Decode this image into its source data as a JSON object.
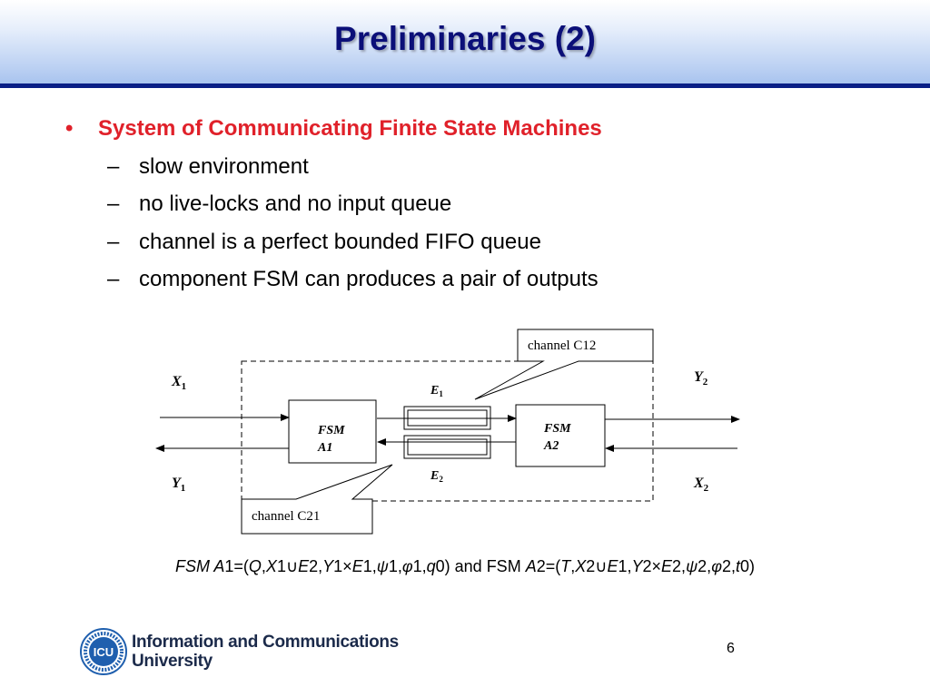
{
  "slide": {
    "title": "Preliminaries (2)",
    "bullet": "System of Communicating Finite State Machines",
    "bullet_marker": "•",
    "sub_marker": "–",
    "subitems": [
      "slow environment",
      "no live-locks and no input queue",
      "channel is a perfect bounded FIFO queue",
      "component FSM can produces a pair of outputs"
    ],
    "page_number": "6"
  },
  "diagram": {
    "fsm_a1": {
      "line1": "FSM",
      "line2": "A1"
    },
    "fsm_a2": {
      "line1": "FSM",
      "line2": "A2"
    },
    "labels": {
      "x1": "X",
      "x1_sub": "1",
      "y1": "Y",
      "y1_sub": "1",
      "y2": "Y",
      "y2_sub": "2",
      "x2": "X",
      "x2_sub": "2",
      "e1": "E",
      "e1_sub": "1",
      "e2": "E",
      "e2_sub": "2"
    },
    "callouts": {
      "c12": "channel C12",
      "c21": "channel C21"
    }
  },
  "formula": {
    "left": [
      "FSM A",
      "1=(",
      "Q",
      ",",
      "X",
      "1∪",
      "E",
      "2,",
      "Y",
      "1×",
      "E",
      "1,",
      "ψ",
      "1,",
      "φ",
      "1,",
      "q",
      "0)"
    ],
    "middle": " and FSM ",
    "right": [
      "A",
      "2=(",
      "T",
      ",",
      "X",
      "2∪",
      "E",
      "1,",
      "Y",
      "2×",
      "E",
      "2,",
      "ψ",
      "2,",
      "φ",
      "2,",
      "t",
      "0)"
    ]
  },
  "footer": {
    "logo_badge": "ICU",
    "university_line1": "Information and Communications",
    "university_line2": "University"
  },
  "colors": {
    "title": "#0b0f78",
    "bullet": "#e0212a",
    "header_line": "#0a1f86",
    "logo_blue": "#1f5fae"
  }
}
